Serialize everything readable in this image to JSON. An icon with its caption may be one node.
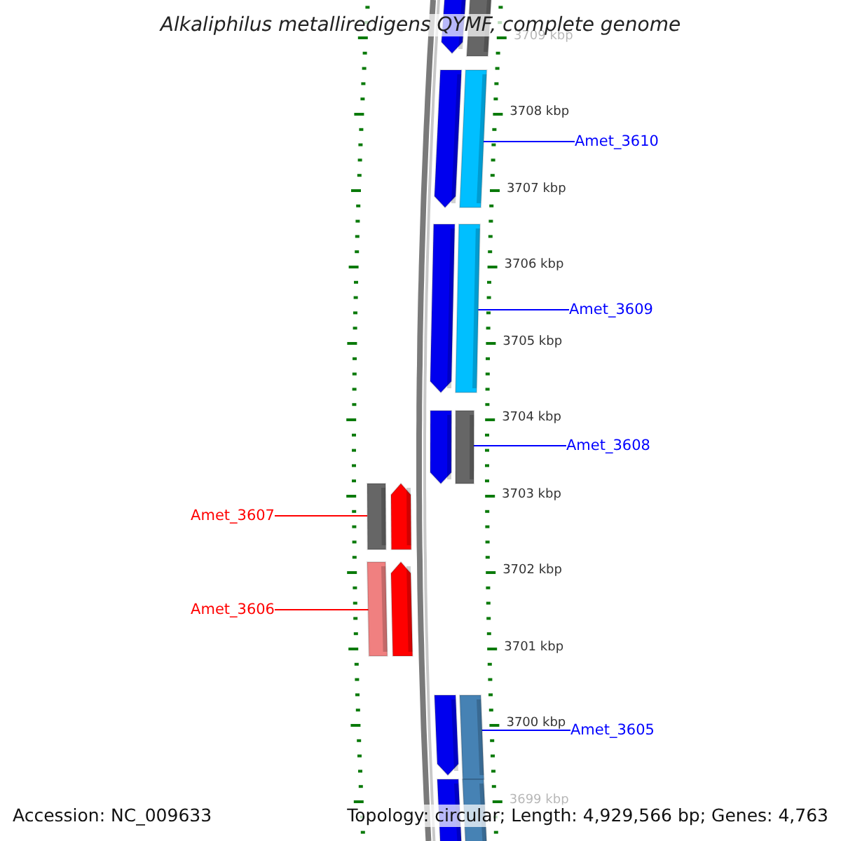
{
  "diagram": {
    "title": "Alkaliphilus metalliredigens QYMF, complete genome",
    "nodes": [
      {
        "text": [],
        "shape": "pentagon"
      },
      {
        "text": [],
        "shape": "bar"
      },
      {
        "text": [],
        "shape": "pentagon"
      },
      {
        "text": [],
        "shape": "bar"
      },
      {
        "text": [
          "Amet_3610"
        ]
      },
      {
        "text": [],
        "shape": "pentagon"
      },
      {
        "text": [],
        "shape": "bar"
      },
      {
        "text": [
          "Amet_3609"
        ]
      },
      {
        "text": [],
        "shape": "pentagon"
      },
      {
        "text": [],
        "shape": "bar"
      },
      {
        "text": [
          "Amet_3608"
        ]
      },
      {
        "text": [],
        "shape": "bar"
      },
      {
        "text": [],
        "shape": "pentagon"
      },
      {
        "text": [
          "Amet_3607"
        ]
      },
      {
        "text": [],
        "shape": "bar"
      },
      {
        "text": [],
        "shape": "pentagon"
      },
      {
        "text": [
          "Amet_3606"
        ]
      },
      {
        "text": [],
        "shape": "pentagon"
      },
      {
        "text": [],
        "shape": "bar"
      },
      {
        "text": [
          "Amet_3605"
        ]
      },
      {
        "text": [],
        "shape": "bar"
      },
      {
        "text": [],
        "shape": "bar"
      }
    ],
    "edges": [
      {
        "from": 4,
        "to": 3,
        "arrow": "none"
      },
      {
        "from": 7,
        "to": 6,
        "arrow": "none"
      },
      {
        "from": 10,
        "to": 9,
        "arrow": "none"
      },
      {
        "from": 13,
        "to": 11,
        "arrow": "none",
        "color": "#ff0000"
      },
      {
        "from": 16,
        "to": 14,
        "arrow": "none",
        "color": "#ff0000"
      },
      {
        "from": 19,
        "to": 18,
        "arrow": "none"
      }
    ],
    "labels": [
      "3709 kbp",
      "3708 kbp",
      "3707 kbp",
      "3706 kbp",
      "3705 kbp",
      "3704 kbp",
      "3703 kbp",
      "3702 kbp",
      "3701 kbp",
      "3700 kbp",
      "3699 kbp",
      "Accession: NC_009633",
      "Topology: circular; Length: 4,929,566 bp; Genes: 4,763"
    ]
  }
}
